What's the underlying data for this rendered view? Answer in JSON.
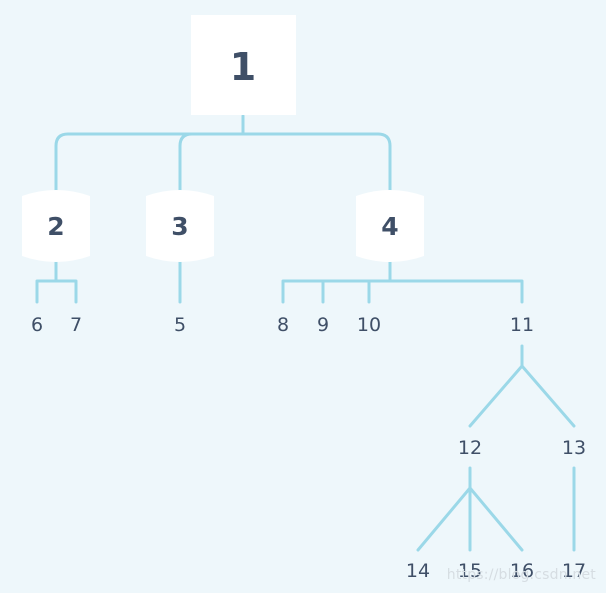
{
  "diagram": {
    "nodes": {
      "n1": "1",
      "n2": "2",
      "n3": "3",
      "n4": "4",
      "n5": "5",
      "n6": "6",
      "n7": "7",
      "n8": "8",
      "n9": "9",
      "n10": "10",
      "n11": "11",
      "n12": "12",
      "n13": "13",
      "n14": "14",
      "n15": "15",
      "n16": "16",
      "n17": "17"
    },
    "colors": {
      "background": "#eef7fb",
      "edge": "#9bd8e8",
      "node_fill": "#ffffff",
      "text": "#3f4f67"
    }
  },
  "watermark": "https://blog.csdn.net"
}
